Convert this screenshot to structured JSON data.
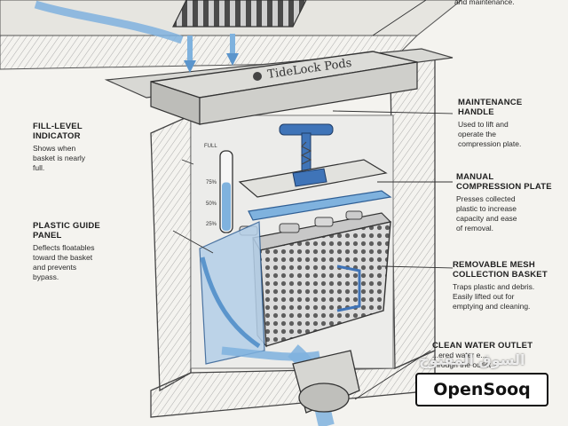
{
  "brand": "TideLock Pods",
  "top_note": "and maintenance.",
  "colors": {
    "water": "#7fb2de",
    "handle": "#3f74b8",
    "ink": "#333333",
    "paper": "#f4f3ef"
  },
  "callouts": {
    "fill_level": {
      "title": [
        "FILL-LEVEL",
        "INDICATOR"
      ],
      "desc": [
        "Shows when",
        "basket is nearly",
        "full."
      ]
    },
    "guide_panel": {
      "title": [
        "PLASTIC GUIDE",
        "PANEL"
      ],
      "desc": [
        "Deflects floatables",
        "toward the basket",
        "and prevents",
        "bypass."
      ]
    },
    "maintenance_handle": {
      "title": [
        "MAINTENANCE",
        "HANDLE"
      ],
      "desc": [
        "Used to lift and",
        "operate the",
        "compression plate."
      ]
    },
    "compression_plate": {
      "title": [
        "MANUAL",
        "COMPRESSION PLATE"
      ],
      "desc": [
        "Presses collected",
        "plastic to increase",
        "capacity and ease",
        "of removal."
      ]
    },
    "mesh_basket": {
      "title": [
        "REMOVABLE MESH",
        "COLLECTION BASKET"
      ],
      "desc": [
        "Traps plastic and debris.",
        "Easily lifted out for",
        "emptying and cleaning."
      ]
    },
    "clean_outlet": {
      "title": [
        "CLEAN WATER OUTLET"
      ],
      "desc": [
        "...ered water e...",
        "through the outlet."
      ]
    }
  },
  "gauge": {
    "labels": [
      "FULL",
      "75%",
      "50%",
      "25%"
    ],
    "fill_fraction": 0.62
  },
  "watermark": {
    "text": "OpenSooq",
    "arabic": "السوق المفتوح"
  }
}
